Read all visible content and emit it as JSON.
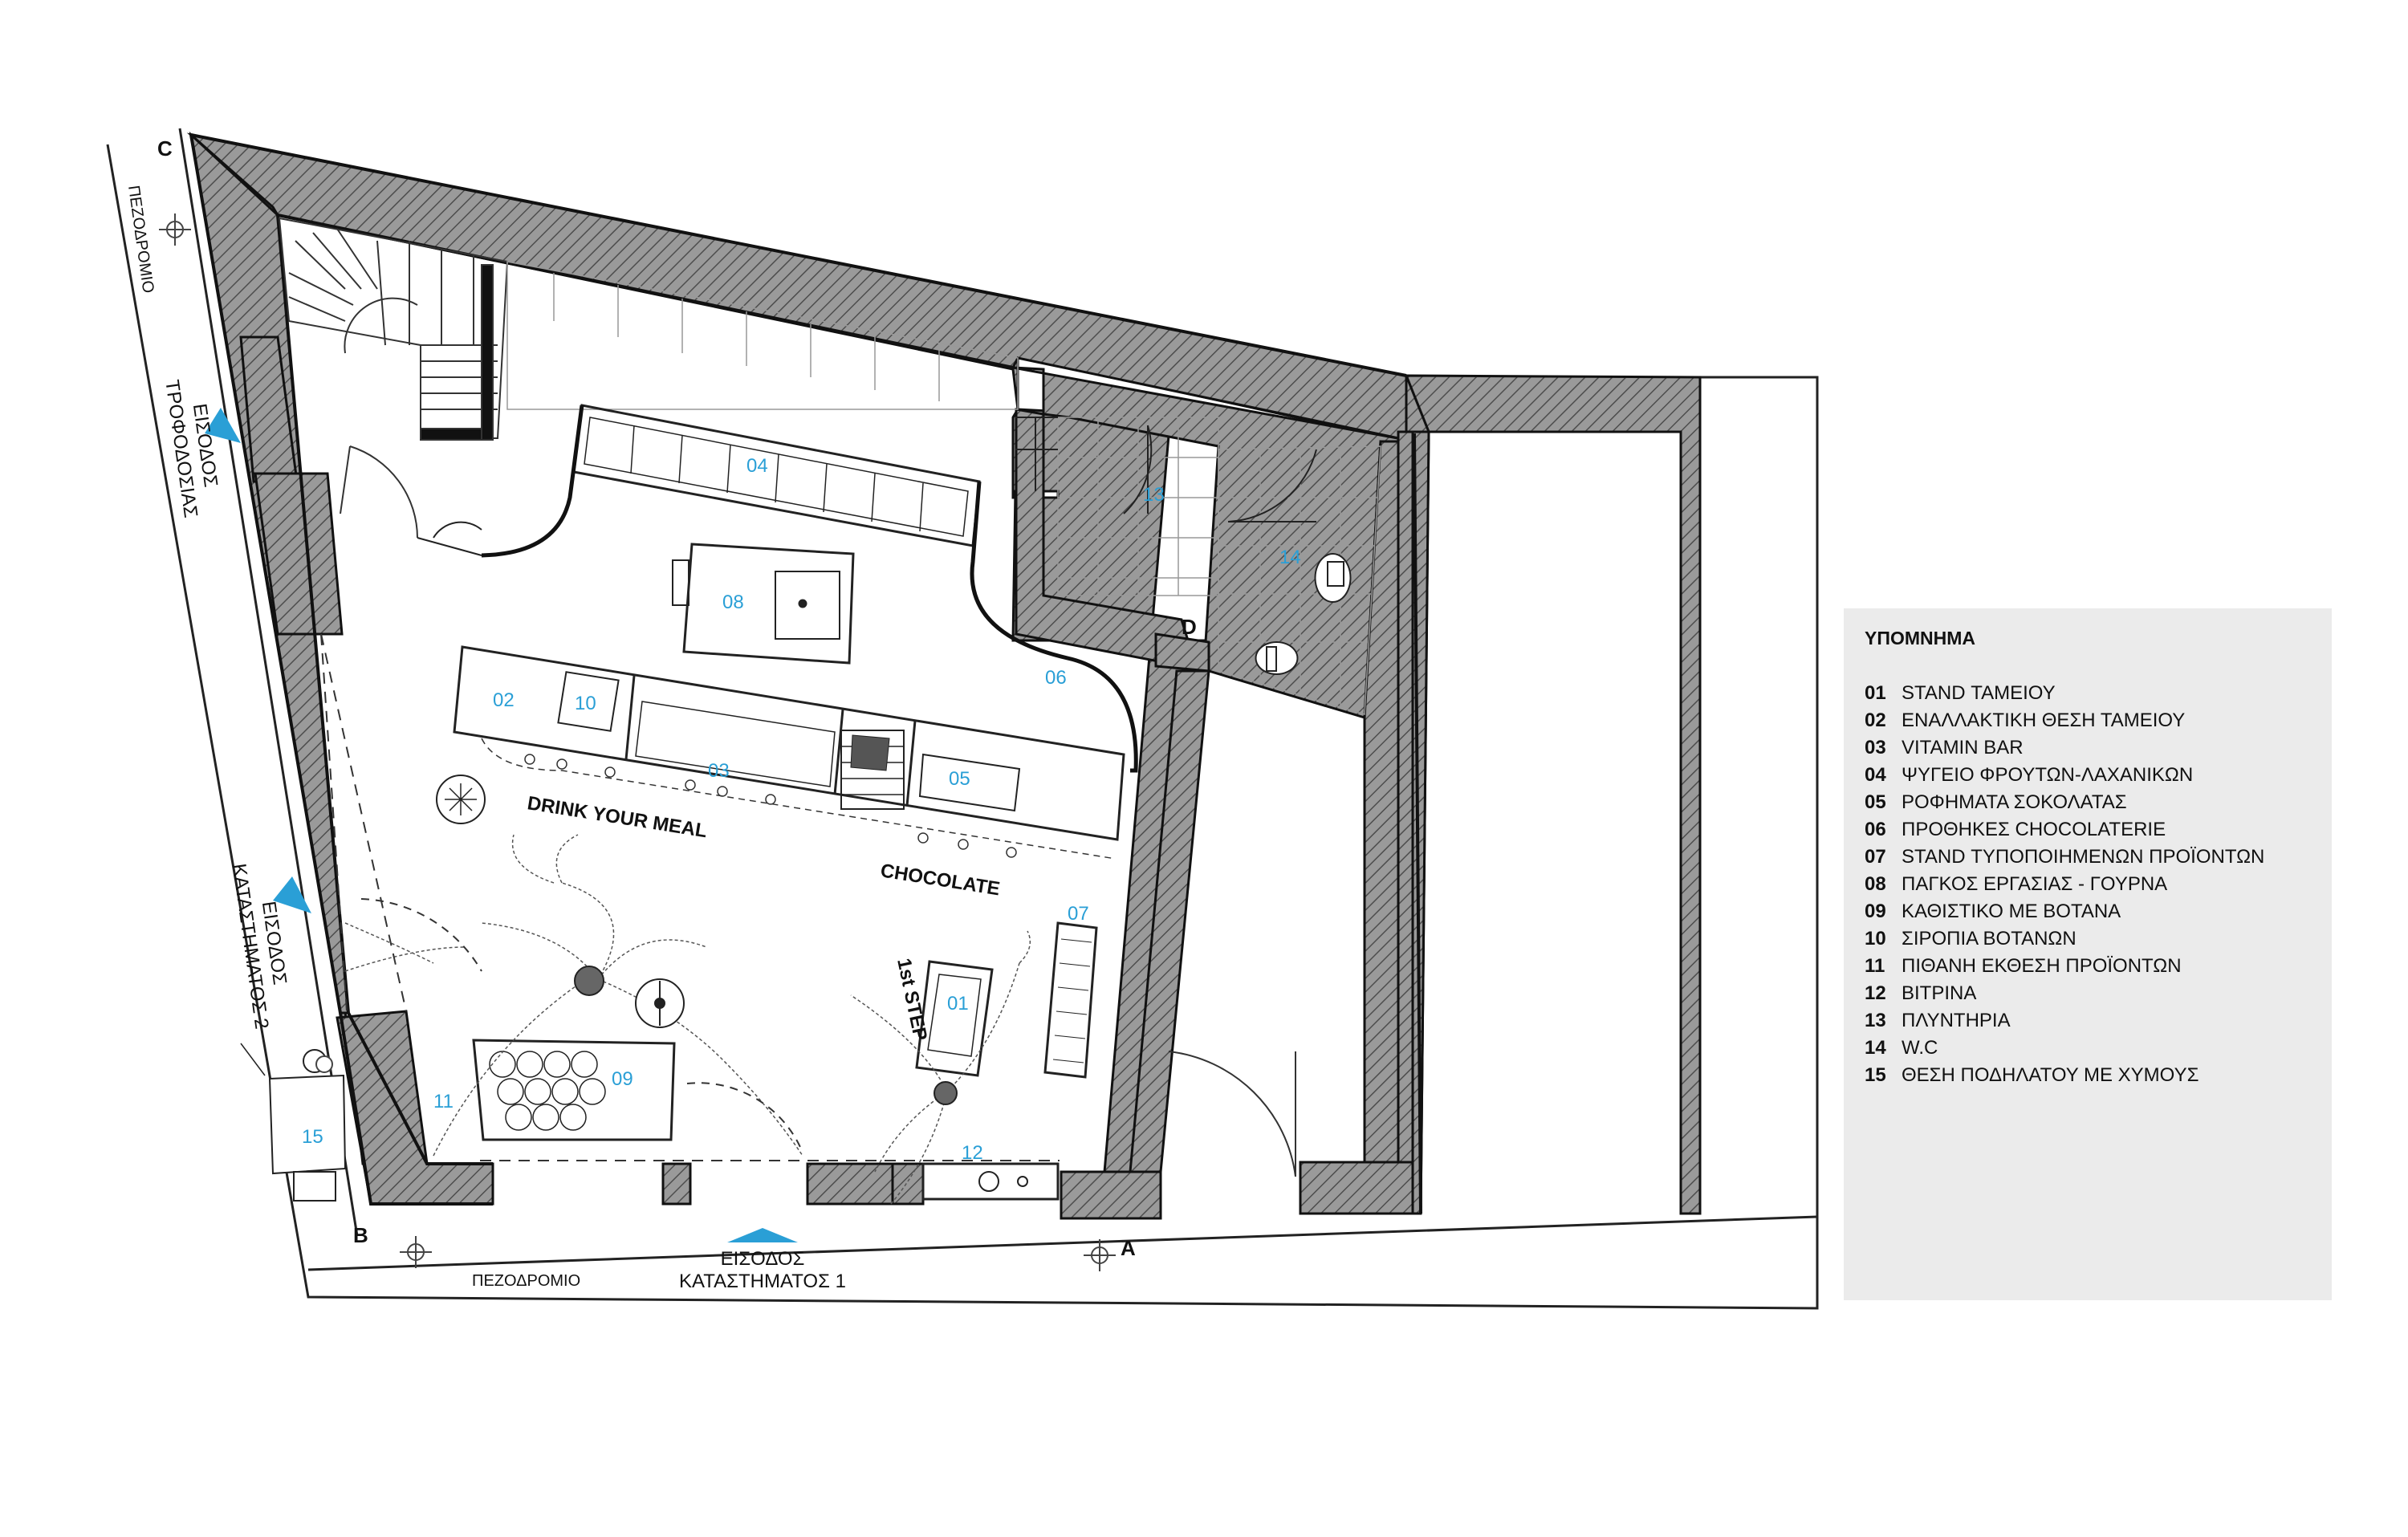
{
  "theme": {
    "accent": "#2a9fd6",
    "wall": "#8a8a8a",
    "ink": "#111111"
  },
  "legend": {
    "title": "ΥΠΟΜΝΗΜΑ",
    "items": [
      {
        "num": "01",
        "label": "STAND ΤΑΜΕΙΟΥ"
      },
      {
        "num": "02",
        "label": "ΕΝΑΛΛΑΚΤΙΚΗ ΘΕΣΗ ΤΑΜΕΙΟΥ"
      },
      {
        "num": "03",
        "label": "VITAMIN BAR"
      },
      {
        "num": "04",
        "label": "ΨΥΓΕΙΟ ΦΡΟΥΤΩΝ-ΛΑΧΑΝΙΚΩΝ"
      },
      {
        "num": "05",
        "label": "ΡΟΦΗΜΑΤΑ ΣΟΚΟΛΑΤΑΣ"
      },
      {
        "num": "06",
        "label": "ΠΡΟΘΗΚΕΣ CHOCOLATERIE"
      },
      {
        "num": "07",
        "label": "STAND ΤΥΠΟΠΟΙΗΜΕΝΩΝ ΠΡΟΪΟΝΤΩΝ"
      },
      {
        "num": "08",
        "label": "ΠΑΓΚΟΣ ΕΡΓΑΣΙΑΣ - ΓΟΥΡΝΑ"
      },
      {
        "num": "09",
        "label": "ΚΑΘΙΣΤΙΚΟ ΜΕ ΒΟΤΑΝΑ"
      },
      {
        "num": "10",
        "label": "ΣΙΡΟΠΙΑ ΒΟΤΑΝΩΝ"
      },
      {
        "num": "11",
        "label": "ΠΙΘΑΝΗ ΕΚΘΕΣΗ ΠΡΟΪΟΝΤΩΝ"
      },
      {
        "num": "12",
        "label": "ΒΙΤΡΙΝΑ"
      },
      {
        "num": "13",
        "label": "ΠΛΥΝΤΗΡΙΑ"
      },
      {
        "num": "14",
        "label": "W.C"
      },
      {
        "num": "15",
        "label": "ΘΕΣΗ ΠΟΔΗΛΑΤΟΥ ΜΕ ΧΥΜΟΥΣ"
      }
    ]
  },
  "zones": {
    "z01": "01",
    "z02": "02",
    "z03": "03",
    "z04": "04",
    "z05": "05",
    "z06": "06",
    "z07": "07",
    "z08": "08",
    "z09": "09",
    "z10": "10",
    "z11": "11",
    "z12": "12",
    "z13": "13",
    "z14": "14",
    "z15": "15"
  },
  "points": {
    "a": "A",
    "b": "B",
    "c": "C",
    "d": "D"
  },
  "labels": {
    "drink_your_meal": "DRINK YOUR MEAL",
    "chocolate": "CHOCOLATE",
    "first_step": "1st STEP",
    "sidewalk_bottom": "ΠΕΖΟΔΡΟΜΙΟ",
    "sidewalk_left": "ΠΕΖΟΔΡΟΜΙΟ"
  },
  "entrances": {
    "shop1": {
      "line1": "ΕΙΣΟΔΟΣ",
      "line2": "ΚΑΤΑΣΤΗΜΑΤΟΣ 1"
    },
    "shop2": {
      "line1": "ΕΙΣΟΔΟΣ",
      "line2": "ΚΑΤΑΣΤΗΜΑΤΟΣ 2"
    },
    "supply": {
      "line1": "ΕΙΣΟΔΟΣ",
      "line2": "ΤΡΟΦΟΔΟΣΙΑΣ"
    }
  }
}
